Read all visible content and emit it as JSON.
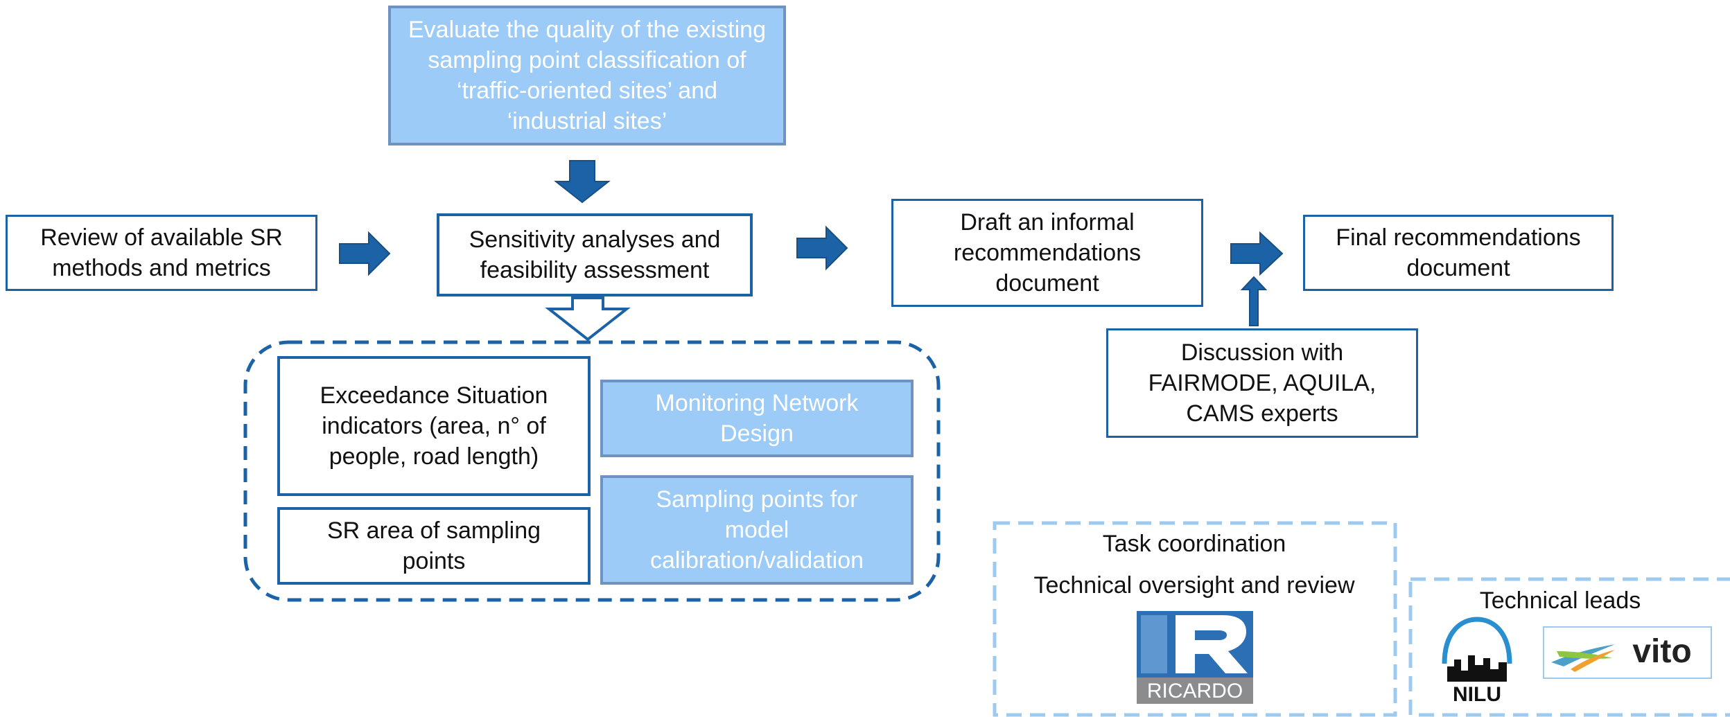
{
  "diagram": {
    "top_box": "Evaluate the quality of the existing sampling point classification of ‘traffic-oriented sites’ and ‘industrial sites’",
    "review_box": "Review of available SR methods and metrics",
    "sensitivity_box": "Sensitivity analyses and feasibility assessment",
    "draft_box": "Draft an informal recommendations document",
    "final_box": "Final recommendations document",
    "discussion_box": "Discussion with FAIRMODE, AQUILA, CAMS experts",
    "exceedance_box": "Exceedance Situation indicators (area, n° of people, road length)",
    "sr_area_box": "SR area of sampling points",
    "monitoring_box": "Monitoring Network Design",
    "sampling_box": "Sampling points for model calibration/validation"
  },
  "coordination": {
    "task_coordination": "Task coordination",
    "technical_oversight": "Technical oversight and review",
    "technical_leads": "Technical leads"
  },
  "logos": {
    "ricardo": "RICARDO",
    "nilu": "NILU",
    "vito": "vito"
  },
  "colors": {
    "accent_dark": "#1b63a6",
    "fill_light": "#9ccbf8",
    "dashed_light": "#9ecaf0",
    "ricardo_blue": "#2d6fb4",
    "ricardo_grey": "#8a8c8e"
  }
}
